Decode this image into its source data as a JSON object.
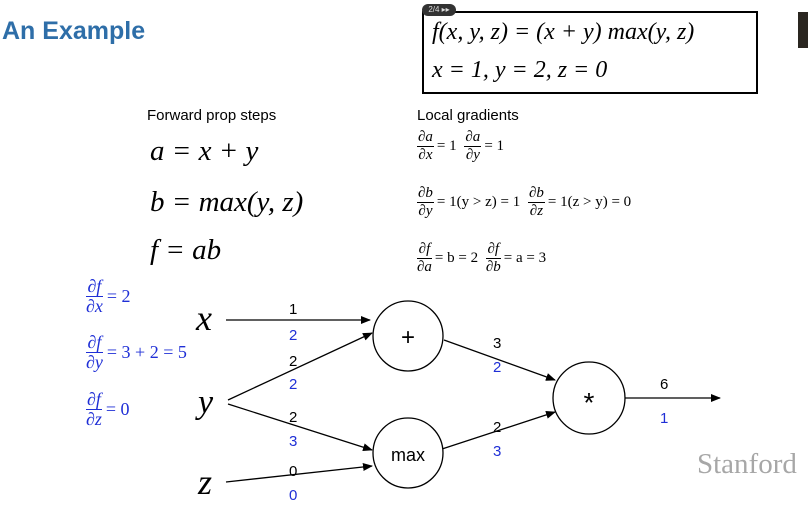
{
  "title": "An Example",
  "formula_box": {
    "function": "f(x, y, z) = (x + y) max(y, z)",
    "values": "x = 1, y = 2, z = 0",
    "badge": "2/4 ▸▸"
  },
  "forward": {
    "heading": "Forward prop steps",
    "eqs": [
      "a = x + y",
      "b = max(y, z)",
      "f = ab"
    ]
  },
  "local": {
    "heading": "Local gradients",
    "r1": [
      {
        "num": "∂a",
        "den": "∂x",
        "rest": "= 1"
      },
      {
        "num": "∂a",
        "den": "∂y",
        "rest": "= 1"
      }
    ],
    "r2": [
      {
        "num": "∂b",
        "den": "∂y",
        "rest": "= 1(y > z) = 1"
      },
      {
        "num": "∂b",
        "den": "∂z",
        "rest": "= 1(z > y) = 0"
      }
    ],
    "r3": [
      {
        "num": "∂f",
        "den": "∂a",
        "rest": "= b = 2"
      },
      {
        "num": "∂f",
        "den": "∂b",
        "rest": "= a = 3"
      }
    ]
  },
  "grads": [
    {
      "num": "∂f",
      "den": "∂x",
      "rest": "= 2"
    },
    {
      "num": "∂f",
      "den": "∂y",
      "rest": "= 3 + 2 = 5"
    },
    {
      "num": "∂f",
      "den": "∂z",
      "rest": "= 0"
    }
  ],
  "graph": {
    "inputs": {
      "x": "x",
      "y": "y",
      "z": "z"
    },
    "nodes": {
      "add": "+",
      "max": "max",
      "mul": "*"
    },
    "edge_values": {
      "x_add": {
        "fwd": "1",
        "grad": "2"
      },
      "y_add": {
        "fwd": "2",
        "grad": "2"
      },
      "y_max": {
        "fwd": "2",
        "grad": "3"
      },
      "z_max": {
        "fwd": "0",
        "grad": "0"
      },
      "add_mul": {
        "fwd": "3",
        "grad": "2"
      },
      "max_mul": {
        "fwd": "2",
        "grad": "3"
      },
      "out": {
        "fwd": "6",
        "grad": "1"
      }
    },
    "colors": {
      "forward": "#000000",
      "gradient": "#1f2fd6"
    }
  },
  "watermark": "Stanford"
}
